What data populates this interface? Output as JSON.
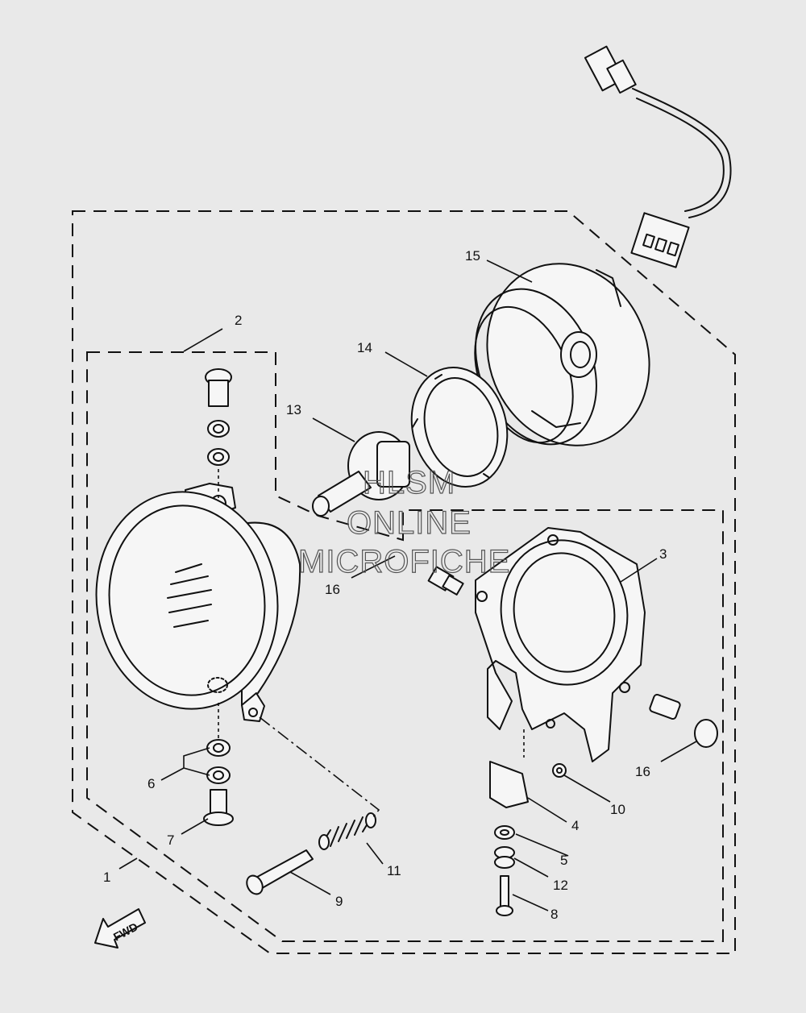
{
  "diagram": {
    "callouts": {
      "c1": "1",
      "c2": "2",
      "c3": "3",
      "c4": "4",
      "c5": "5",
      "c6": "6",
      "c7": "7",
      "c8": "8",
      "c9": "9",
      "c10": "10",
      "c11": "11",
      "c12": "12",
      "c13": "13",
      "c14": "14",
      "c15": "15",
      "c16a": "16",
      "c16b": "16"
    },
    "watermark": {
      "line1": "HLSM",
      "line2": "ONLINE",
      "line3": "MICROFICHE"
    },
    "fwd_label": "FWD"
  }
}
